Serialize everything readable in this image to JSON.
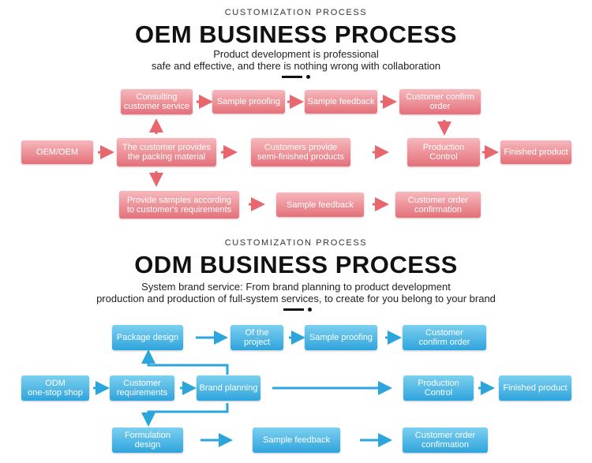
{
  "colors": {
    "oem_box": "#e4707a",
    "oem_arrow": "#e8676f",
    "odm_box": "#2fa4dc",
    "odm_arrow": "#2aa6dd"
  },
  "oem": {
    "eyebrow": "CUSTOMIZATION PROCESS",
    "title": "OEM BUSINESS PROCESS",
    "subtitle_1": "Product development is professional",
    "subtitle_2": "safe and effective, and there is nothing wrong with collaboration",
    "boxes": {
      "oem": "OEM/OEM",
      "consulting": "Consulting\ncustomer service",
      "sample_proofing": "Sample proofing",
      "sample_feedback_top": "Sample feedback",
      "confirm_order": "Customer confirm\norder",
      "packing": "The customer provides\nthe packing material",
      "semi_finished": "Customers provide\nsemi-finished products",
      "production": "Production\nControl",
      "finished": "Finished product",
      "provide_samples": "Provide samples according\nto customer's requirements",
      "sample_feedback_bottom": "Sample feedback",
      "order_confirmation": "Customer order\nconfirmation"
    }
  },
  "odm": {
    "eyebrow": "CUSTOMIZATION PROCESS",
    "title": "ODM BUSINESS PROCESS",
    "subtitle_1": "System brand service: From brand planning to product development",
    "subtitle_2": "production and production of full-system services, to create for you belong to your brand",
    "boxes": {
      "package_design": "Package design",
      "project": "Of the\nproject",
      "sample_proofing": "Sample proofing",
      "confirm_order": "Customer\nconfirm order",
      "one_stop": "ODM\none-stop shop",
      "requirements": "Customer\nrequirements",
      "brand_planning": "Brand planning",
      "production": "Production\nControl",
      "finished": "Finished product",
      "formulation": "Formulation\ndesign",
      "sample_feedback": "Sample feedback",
      "order_confirmation": "Customer order\nconfirmation"
    }
  }
}
